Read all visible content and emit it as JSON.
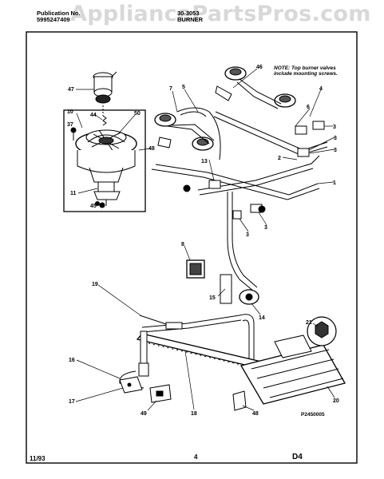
{
  "watermark": "AppliancePartsPros.com",
  "header": {
    "publication_label": "Publication No.",
    "publication_number": "5995247409",
    "model_code": "30-3053",
    "section": "BURNER"
  },
  "note": [
    "NOTE: Top burner valves",
    "include mounting screws."
  ],
  "callouts": [
    "47",
    "10",
    "37",
    "44",
    "50",
    "48",
    "11",
    "45",
    "7",
    "5",
    "46",
    "4",
    "6",
    "3",
    "3",
    "3",
    "2",
    "1",
    "13",
    "3",
    "3",
    "8",
    "15",
    "14",
    "19",
    "21",
    "16",
    "17",
    "49",
    "18",
    "48",
    "20"
  ],
  "figure_code": "P2450005",
  "footer": {
    "date": "11/93",
    "page": "4",
    "code": "D4"
  }
}
